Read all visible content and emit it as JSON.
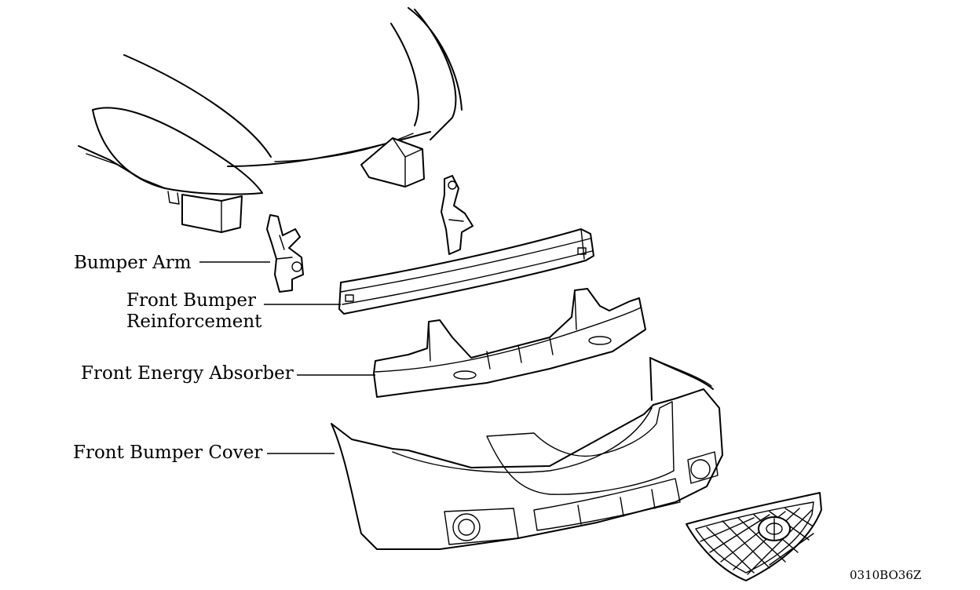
{
  "labels": {
    "bumper_arm": "Bumper Arm",
    "front_bumper_reinforcement_line1": "Front Bumper",
    "front_bumper_reinforcement_line2": "Reinforcement",
    "front_energy_absorber": "Front Energy Absorber",
    "front_bumper_cover": "Front Bumper Cover"
  },
  "figure_code": "0310BO36Z",
  "colors": {
    "line": "#000000",
    "background": "#ffffff"
  }
}
